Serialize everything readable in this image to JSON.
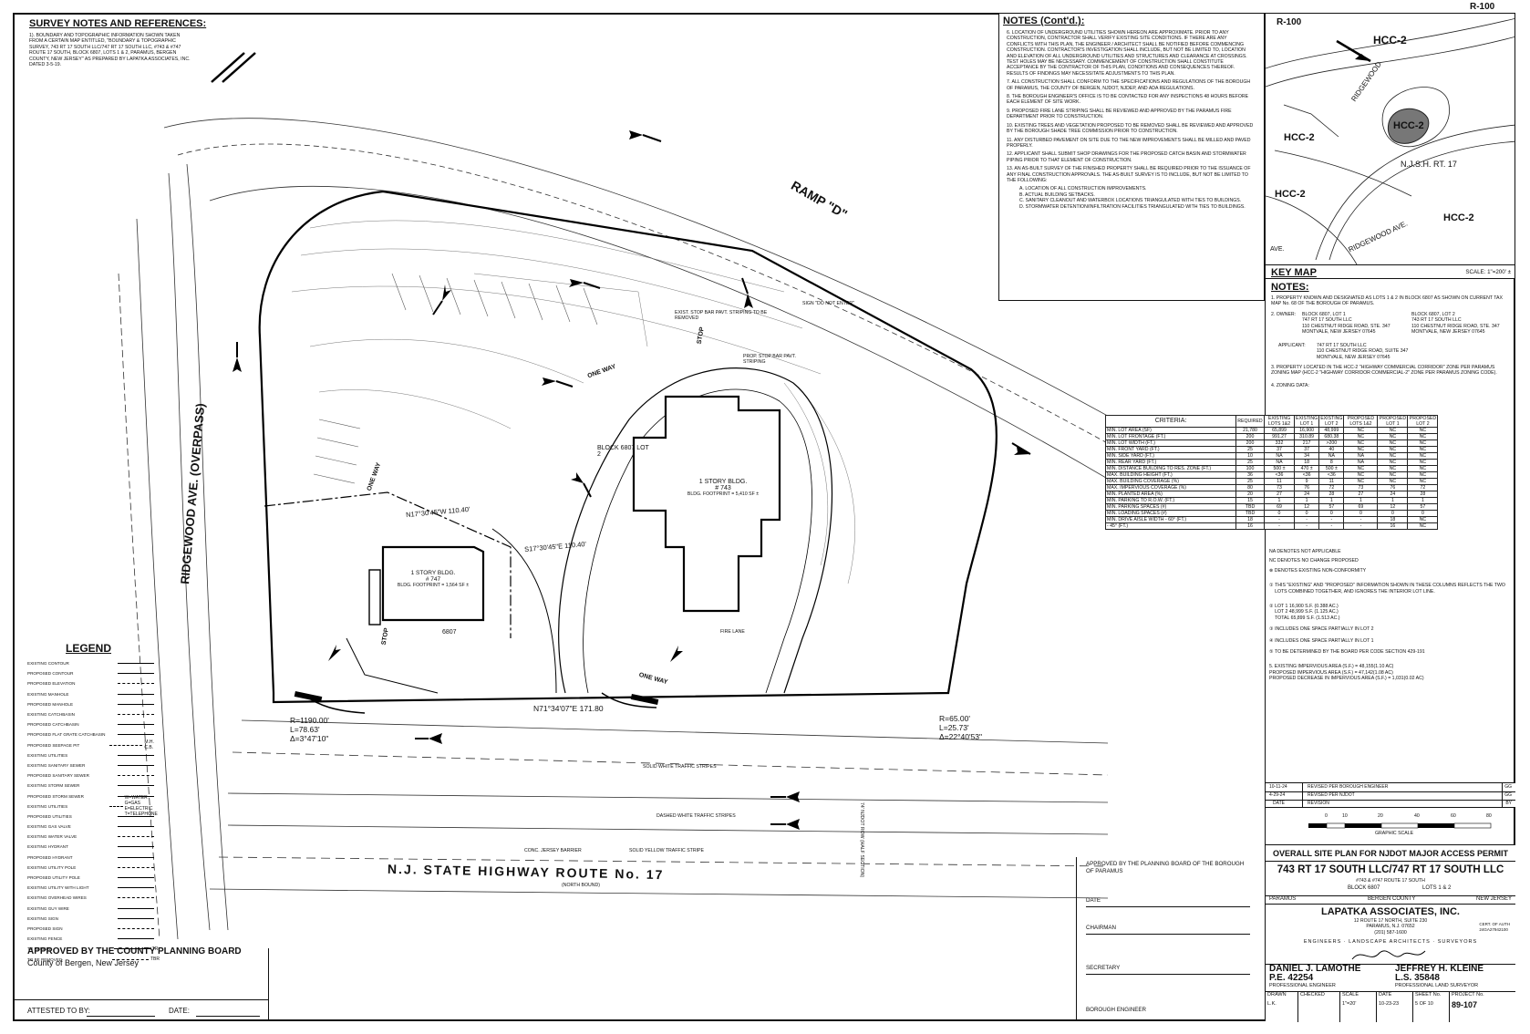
{
  "sheet": {
    "top_corner_tag": "R-100"
  },
  "survey_notes": {
    "heading": "SURVEY NOTES AND REFERENCES:",
    "items": [
      "1). BOUNDARY AND TOPOGRAPHIC INFORMATION SHOWN TAKEN FROM A CERTAIN MAP ENTITLED, \"BOUNDARY & TOPOGRAPHIC SURVEY, 743 RT 17 SOUTH LLC/747 RT 17 SOUTH LLC, #743 & #747 ROUTE 17 SOUTH, BLOCK 6807, LOTS 1 & 2, PARAMUS, BERGEN COUNTY, NEW JERSEY\" AS PREPARED BY LAPATKA ASSOCIATES, INC. DATED 3-5-19."
    ]
  },
  "notes_contd": {
    "heading": "NOTES (Cont'd.):",
    "items": [
      "6. LOCATION OF UNDERGROUND UTILITIES SHOWN HEREON ARE APPROXIMATE. PRIOR TO ANY CONSTRUCTION, CONTRACTOR SHALL VERIFY EXISTING SITE CONDITIONS. IF THERE ARE ANY CONFLICTS WITH THIS PLAN, THE ENGINEER / ARCHITECT SHALL BE NOTIFIED BEFORE COMMENCING CONSTRUCTION. CONTRACTOR'S INVESTIGATION SHALL INCLUDE, BUT NOT BE LIMITED TO, LOCATION AND ELEVATION OF ALL UNDERGROUND UTILITIES AND STRUCTURES AND CLEARANCE AT CROSSINGS. TEST HOLES MAY BE NECESSARY. COMMENCEMENT OF CONSTRUCTION SHALL CONSTITUTE ACCEPTANCE BY THE CONTRACTOR OF THIS PLAN, CONDITIONS AND CONSEQUENCES THEREOF. RESULTS OF FINDINGS MAY NECESSITATE ADJUSTMENTS TO THIS PLAN.",
      "7. ALL CONSTRUCTION SHALL CONFORM TO THE SPECIFICATIONS AND REGULATIONS OF THE BOROUGH OF PARAMUS, THE COUNTY OF BERGEN, NJDOT, NJDEP, AND ADA REGULATIONS.",
      "8. THE BOROUGH ENGINEER'S OFFICE IS TO BE CONTACTED FOR ANY INSPECTIONS 48 HOURS BEFORE EACH ELEMENT OF SITE WORK.",
      "9. PROPOSED FIRE LANE STRIPING SHALL BE REVIEWED AND APPROVED BY THE PARAMUS FIRE DEPARTMENT PRIOR TO CONSTRUCTION.",
      "10. EXISTING TREES AND VEGETATION PROPOSED TO BE REMOVED SHALL BE REVIEWED AND APPROVED BY THE BOROUGH SHADE TREE COMMISSION PRIOR TO CONSTRUCTION.",
      "11. ANY DISTURBED PAVEMENT ON SITE DUE TO THE NEW IMPROVEMENTS SHALL BE MILLED AND PAVED PROPERLY.",
      "12. APPLICANT SHALL SUBMIT SHOP DRAWINGS FOR THE PROPOSED CATCH BASIN AND STORMWATER PIPING PRIOR TO THAT ELEMENT OF CONSTRUCTION.",
      "13. AN AS-BUILT SURVEY OF THE FINISHED PROPERTY SHALL BE REQUIRED PRIOR TO THE ISSUANCE OF ANY FINAL CONSTRUCTION APPROVALS. THE AS-BUILT SURVEY IS TO INCLUDE, BUT NOT BE LIMITED TO THE FOLLOWING:",
      "A. LOCATION OF ALL CONSTRUCTION IMPROVEMENTS.",
      "B. ACTUAL BUILDING SETBACKS.",
      "C. SANITARY CLEANOUT AND WATERBOX LOCATIONS TRIANGULATED WITH TIES TO BUILDINGS.",
      "D. STORMWATER DETENTION/INFILTRATION FACILITIES TRIANGULATED WITH TIES TO BUILDINGS."
    ]
  },
  "key_map": {
    "title": "KEY MAP",
    "scale": "SCALE: 1\"=200' ±",
    "labels": [
      "R-100",
      "HCC-2",
      "HCC-2",
      "HCC-2",
      "HCC-2",
      "HCC-2",
      "N.J.S.H. RT. 17",
      "RIDGEWOOD",
      "RIDGEWOOD AVE.",
      "AVE."
    ]
  },
  "notes": {
    "heading": "NOTES:",
    "n1": "1. PROPERTY KNOWN AND DESIGNATED AS LOTS 1 & 2 IN BLOCK 6807 AS SHOWN ON CURRENT TAX MAP No. 68 OF THE BOROUGH OF PARAMUS.",
    "owner_label": "2. OWNER:",
    "owner1": [
      "BLOCK 6807, LOT 1",
      "747 RT 17 SOUTH LLC",
      "110 CHESTNUT RIDGE ROAD, STE. 347",
      "MONTVALE, NEW JERSEY 07645"
    ],
    "owner2": [
      "BLOCK 6807, LOT 2",
      "743 RT 17 SOUTH LLC",
      "110 CHESTNUT RIDGE ROAD, STE. 347",
      "MONTVALE, NEW JERSEY 07645"
    ],
    "applicant_label": "APPLICANT:",
    "applicant": [
      "747 RT 17 SOUTH LLC",
      "110 CHESTNUT RIDGE ROAD, SUITE 347",
      "MONTVALE, NEW JERSEY 07645"
    ],
    "n3": "3. PROPERTY LOCATED IN THE HCC-2 \"HIGHWAY COMMERCIAL CORRIDOR\" ZONE PER PARAMUS ZONING MAP (HCC-2 \"HIGHWAY CORRIDOR COMMERCIAL-2\" ZONE PER PARAMUS ZONING CODE).",
    "n4": "4. ZONING DATA:",
    "zoning_headers": [
      "CRITERIA:",
      "REQUIRED",
      "EXISTING LOTS 1&2",
      "EXISTING LOT 1",
      "EXISTING LOT 2",
      "PROPOSED LOTS 1&2",
      "PROPOSED LOT 1",
      "PROPOSED LOT 2"
    ],
    "zoning_rows": [
      [
        "MIN. LOT AREA (SF)",
        "21,780",
        "65,899",
        "16,900",
        "48,999",
        "NC",
        "NC",
        "NC"
      ],
      [
        "MIN. LOT FRONTAGE (FT.)",
        "200",
        "991.27",
        "310.89",
        "680.38",
        "NC",
        "NC",
        "NC"
      ],
      [
        "MIN. LOT WIDTH (FT.)",
        "200",
        "332",
        "217",
        ">200",
        "NC",
        "NC",
        "NC"
      ],
      [
        "MIN. FRONT YARD (FT.)",
        "25",
        "37",
        "37",
        "40",
        "NC",
        "NC",
        "NC"
      ],
      [
        "MIN. SIDE YARD (FT.)",
        "10",
        "NA",
        "34",
        "NA",
        "NA",
        "NC",
        "NC"
      ],
      [
        "MIN. REAR YARD (FT.)",
        "25",
        "NA",
        "18",
        "8",
        "NA",
        "NC",
        "NC"
      ],
      [
        "MIN. DISTANCE BUILDING TO RES. ZONE (FT.)",
        "100",
        "500 ±",
        "470 ±",
        "500 ±",
        "NC",
        "NC",
        "NC"
      ],
      [
        "MAX. BUILDING HEIGHT (FT.)",
        "36",
        "<36",
        "<36",
        "<36",
        "NC",
        "NC",
        "NC"
      ],
      [
        "MAX. BUILDING COVERAGE (%)",
        "25",
        "11",
        "9",
        "11",
        "NC",
        "NC",
        "NC"
      ],
      [
        "MAX. IMPERVIOUS COVERAGE (%)",
        "80",
        "73",
        "76",
        "72",
        "73",
        "76",
        "72"
      ],
      [
        "MIN. PLANTED AREA (%)",
        "20",
        "27",
        "24",
        "28",
        "27",
        "24",
        "28"
      ],
      [
        "MIN. PARKING TO R.O.W. (FT.)",
        "15",
        "1",
        "1",
        "1",
        "1",
        "1",
        "1"
      ],
      [
        "MIN. PARKING SPACES (#)",
        "TBD",
        "69",
        "12",
        "57",
        "69",
        "12",
        "57"
      ],
      [
        "MIN. LOADING SPACES (#)",
        "TBD",
        "0",
        "0",
        "0",
        "0",
        "0",
        "0"
      ],
      [
        "MIN. DRIVE AISLE WIDTH - 60° (FT.)",
        "18",
        "-",
        "-",
        "-",
        "-",
        "18",
        "NC"
      ],
      [
        "- 45° (FT.)",
        "16",
        "-",
        "-",
        "-",
        "-",
        "16",
        "NC"
      ]
    ],
    "abbr": [
      "NA DENOTES NOT APPLICABLE",
      "NC DENOTES NO CHANGE PROPOSED",
      "DENOTES EXISTING NON-CONFORMITY"
    ],
    "fn1": "THIS \"EXISTING\" AND \"PROPOSED\" INFORMATION SHOWN IN THESE COLUMNS REFLECTS THE TWO LOTS COMBINED TOGETHER, AND IGNORES THE INTERIOR LOT LINE.",
    "fn2": [
      "LOT 1 16,900 S.F. (0.388 AC.)",
      "LOT 2 48,999 S.F. (1.125 AC.)",
      "TOTAL 65,899 S.F. (1.513 AC.)"
    ],
    "fn3": "INCLUDES ONE SPACE PARTIALLY IN LOT 2",
    "fn4": "INCLUDES ONE SPACE PARTIALLY IN LOT 1",
    "fn5": "TO BE DETERMINED BY THE BOARD PER CODE SECTION 429-191",
    "n5": [
      "5. EXISTING IMPERVIOUS AREA (S.F.) = 48,155(1.10 AC)",
      "PROPOSED IMPERVIOUS AREA (S.F.) = 47,142(1.08 AC)",
      "PROPOSED DECREASE IN IMPERVIOUS AREA (S.F.) = 1,031(0.02 AC)"
    ]
  },
  "revisions": {
    "rows": [
      [
        "10-11-24",
        "REVISED PER BOROUGH ENGINEER",
        "GG"
      ],
      [
        "4-29-24",
        "REVISED PER NJDOT",
        "GG"
      ]
    ],
    "headers": [
      "DATE",
      "REVISION",
      "BY"
    ]
  },
  "graphic_scale": {
    "ticks": [
      "0",
      "10",
      "20",
      "40",
      "60",
      "80"
    ],
    "label": "GRAPHIC SCALE"
  },
  "title_block": {
    "sheet_title": "OVERALL SITE PLAN FOR NJDOT MAJOR ACCESS PERMIT",
    "owner": "743 RT 17 SOUTH LLC/747 RT 17 SOUTH LLC",
    "address": "#743 & #747 ROUTE 17 SOUTH",
    "block": "BLOCK 6807",
    "lots": "LOTS 1 & 2",
    "town": "PARAMUS",
    "county": "BERGEN COUNTY",
    "state": "NEW JERSEY",
    "firm": "LAPATKA ASSOCIATES, INC.",
    "firm_address": [
      "12 ROUTE 17 NORTH, SUITE 230",
      "PARAMUS, N.J. 07652",
      "(201) 587-1600"
    ],
    "cert": [
      "CERT. OF AUTH",
      "24GA27942100"
    ],
    "disciplines": "ENGINEERS · LANDSCAPE ARCHITECTS · SURVEYORS",
    "engineer_name": "DANIEL J. LAMOTHE",
    "engineer_lic": "P.E. 42254",
    "engineer_title": "PROFESSIONAL ENGINEER",
    "surveyor_name": "JEFFREY H. KLEINE",
    "surveyor_lic": "L.S. 35848",
    "surveyor_title": "PROFESSIONAL LAND SURVEYOR",
    "meta_headers": [
      "DRAWN",
      "CHECKED",
      "SCALE",
      "DATE",
      "SHEET No.",
      "PROJECT No."
    ],
    "meta_values": [
      "L.K.",
      "",
      "1\"=20'",
      "10-23-23",
      "5 OF 10",
      "89-107"
    ]
  },
  "legend": {
    "title": "LEGEND",
    "items": [
      {
        "label": "EXISTING CONTOUR",
        "sym": ""
      },
      {
        "label": "PROPOSED CONTOUR",
        "sym": ""
      },
      {
        "label": "PROPOSED ELEVATION",
        "sym": ""
      },
      {
        "label": "EXISTING MANHOLE",
        "sym": ""
      },
      {
        "label": "PROPOSED MANHOLE",
        "sym": ""
      },
      {
        "label": "EXISTING CATCHBASIN",
        "sym": ""
      },
      {
        "label": "PROPOSED CATCHBASIN",
        "sym": ""
      },
      {
        "label": "PROPOSED FLAT GRATE CATCHBASIN",
        "sym": ""
      },
      {
        "label": "PROPOSED SEEPAGE PIT",
        "sym": "M.H. C.B."
      },
      {
        "label": "EXISTING UTILITIES",
        "sym": ""
      },
      {
        "label": "EXISTING SANITARY SEWER",
        "sym": ""
      },
      {
        "label": "PROPOSED SANITARY SEWER",
        "sym": ""
      },
      {
        "label": "EXISTING STORM SEWER",
        "sym": ""
      },
      {
        "label": "PROPOSED STORM SEWER",
        "sym": ""
      },
      {
        "label": "EXISTING UTILITIES",
        "sym": "W=WATER G=GAS E=ELECTRIC T=TELEPHONE"
      },
      {
        "label": "PROPOSED UTILITIES",
        "sym": ""
      },
      {
        "label": "EXISTING GAS VALVE",
        "sym": ""
      },
      {
        "label": "EXISTING WATER VALVE",
        "sym": ""
      },
      {
        "label": "EXISTING HYDRANT",
        "sym": ""
      },
      {
        "label": "PROPOSED HYDRANT",
        "sym": ""
      },
      {
        "label": "EXISTING UTILITY POLE",
        "sym": ""
      },
      {
        "label": "PROPOSED UTILITY POLE",
        "sym": ""
      },
      {
        "label": "EXISTING UTILITY WITH LIGHT",
        "sym": ""
      },
      {
        "label": "EXISTING OVERHEAD WIRES",
        "sym": ""
      },
      {
        "label": "EXISTING GUY WIRE",
        "sym": ""
      },
      {
        "label": "EXISTING SIGN",
        "sym": ""
      },
      {
        "label": "PROPOSED SIGN",
        "sym": ""
      },
      {
        "label": "EXISTING FENCE",
        "sym": ""
      },
      {
        "label": "TO REMAIN",
        "sym": "TR"
      },
      {
        "label": "TO BE REMOVED",
        "sym": "TBR"
      }
    ]
  },
  "county_approval": {
    "title": "APPROVED BY THE COUNTY PLANNING BOARD",
    "sub": "County of Bergen, New Jersey",
    "attested": "ATTESTED TO BY:",
    "date": "DATE:"
  },
  "planning_board": {
    "title": "APPROVED BY THE PLANNING BOARD OF THE BOROUGH OF PARAMUS",
    "lines": [
      "DATE",
      "CHAIRMAN",
      "SECRETARY",
      "BOROUGH ENGINEER"
    ]
  },
  "plan": {
    "ramp": "RAMP \"D\"",
    "ridgewood": "RIDGEWOOD AVE. (OVERPASS)",
    "highway": "N.J. STATE HIGHWAY ROUTE No. 17",
    "highway_sub": "(NORTH BOUND)",
    "bldg_large": "1 STORY BLDG.",
    "bldg_large_addr": "# 743",
    "bldg_large_fp": "BLDG. FOOTPRINT = 5,410 SF ±",
    "bldg_small": "1 STORY BLDG.",
    "bldg_small_addr": "# 747",
    "bldg_small_fp": "BLDG. FOOTPRINT = 1,564 SF ±",
    "block_lot2": "BLOCK 6807 LOT 2",
    "lot1": "6807",
    "bearing1": "N17°30'45\"W",
    "bearing1_len": "110.40'",
    "bearing2": "S17°30'45\"E",
    "bearing2_len": "110.40'",
    "curve1": "R=1190.00'",
    "curve1b": "L=78.63'",
    "curve1c": "Δ=3°47'10\"",
    "curve2": "R=65.00'",
    "curve2b": "L=25.73'",
    "curve2c": "Δ=22°40'53\"",
    "bottom_bearing": "N71°34'07\"E",
    "bottom_len": "171.80",
    "section": "74' NJDOT ROW (HALF SECTION)",
    "callouts": [
      "ONE WAY",
      "ONE WAY",
      "ONE WAY",
      "STOP",
      "STOP",
      "FIRE LANE",
      "SIGN \"DO NOT ENTER\"",
      "SOLID WHITE TRAFFIC STRIPES",
      "DASHED WHITE TRAFFIC STRIPES",
      "CONC. JERSEY BARRIER",
      "SOLID YELLOW TRAFFIC STRIPE",
      "EXIST. STOP BAR PAVT. STRIPING TO BE REMOVED",
      "PROP. STOP BAR PAVT. STRIPING"
    ]
  }
}
